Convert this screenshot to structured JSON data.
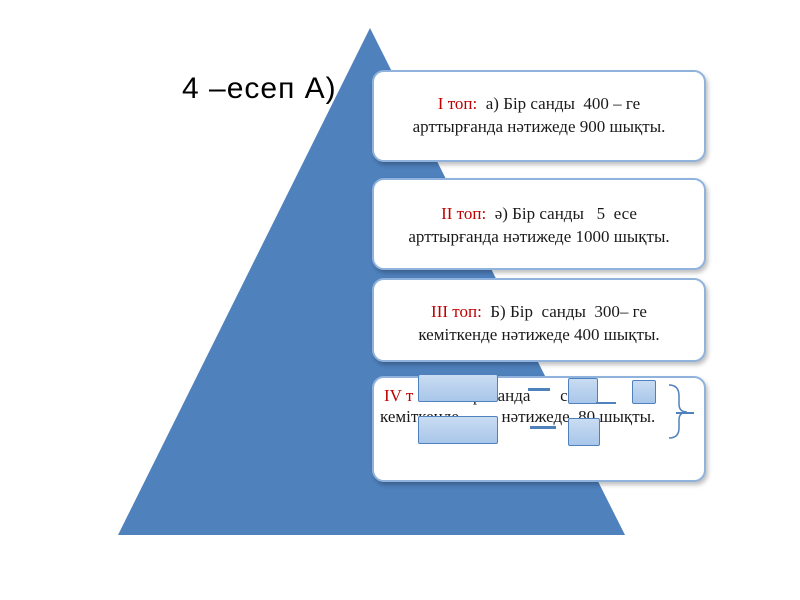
{
  "title": "4 –есеп  А)",
  "colors": {
    "triangle": "#4f81bd",
    "group_label": "#c00000",
    "card_border": "#8fb3dc"
  },
  "cards": [
    {
      "group": "I топ:",
      "line1": "  а) Бір санды  400 – ге",
      "line2": "арттырғанда  нәтижеде  900 шықты."
    },
    {
      "group": "II топ:",
      "line1": "  ә) Бір санды   5  есе",
      "line2": "арттырғанда  нәтижеде  1000 шықты."
    },
    {
      "group": "III топ:",
      "line1": "  Б) Бір  санды  300– ге",
      "line2": "кеміткенде нәтижеде  400 шықты."
    },
    {
      "group": "IV т",
      "line1": "р  санда       се",
      "line2": "кеміткенде          нәтижеде  80 шықты."
    }
  ]
}
